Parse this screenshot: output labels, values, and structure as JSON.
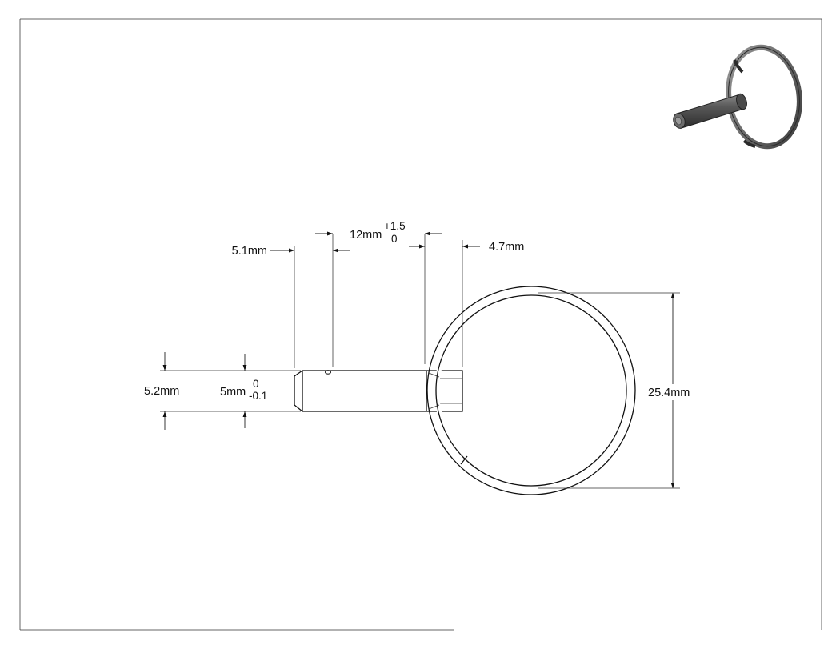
{
  "drawing": {
    "title": "",
    "dimensions": {
      "pin_chamfer_offset": "5.1mm",
      "pin_length": "12mm",
      "pin_length_tol_upper": "+1.5",
      "pin_length_tol_lower": "0",
      "ring_wire_offset": "4.7mm",
      "head_diameter": "5.2mm",
      "pin_diameter": "5mm",
      "pin_diameter_tol_upper": "0",
      "pin_diameter_tol_lower": "-0.1",
      "ring_diameter": "25.4mm"
    }
  }
}
